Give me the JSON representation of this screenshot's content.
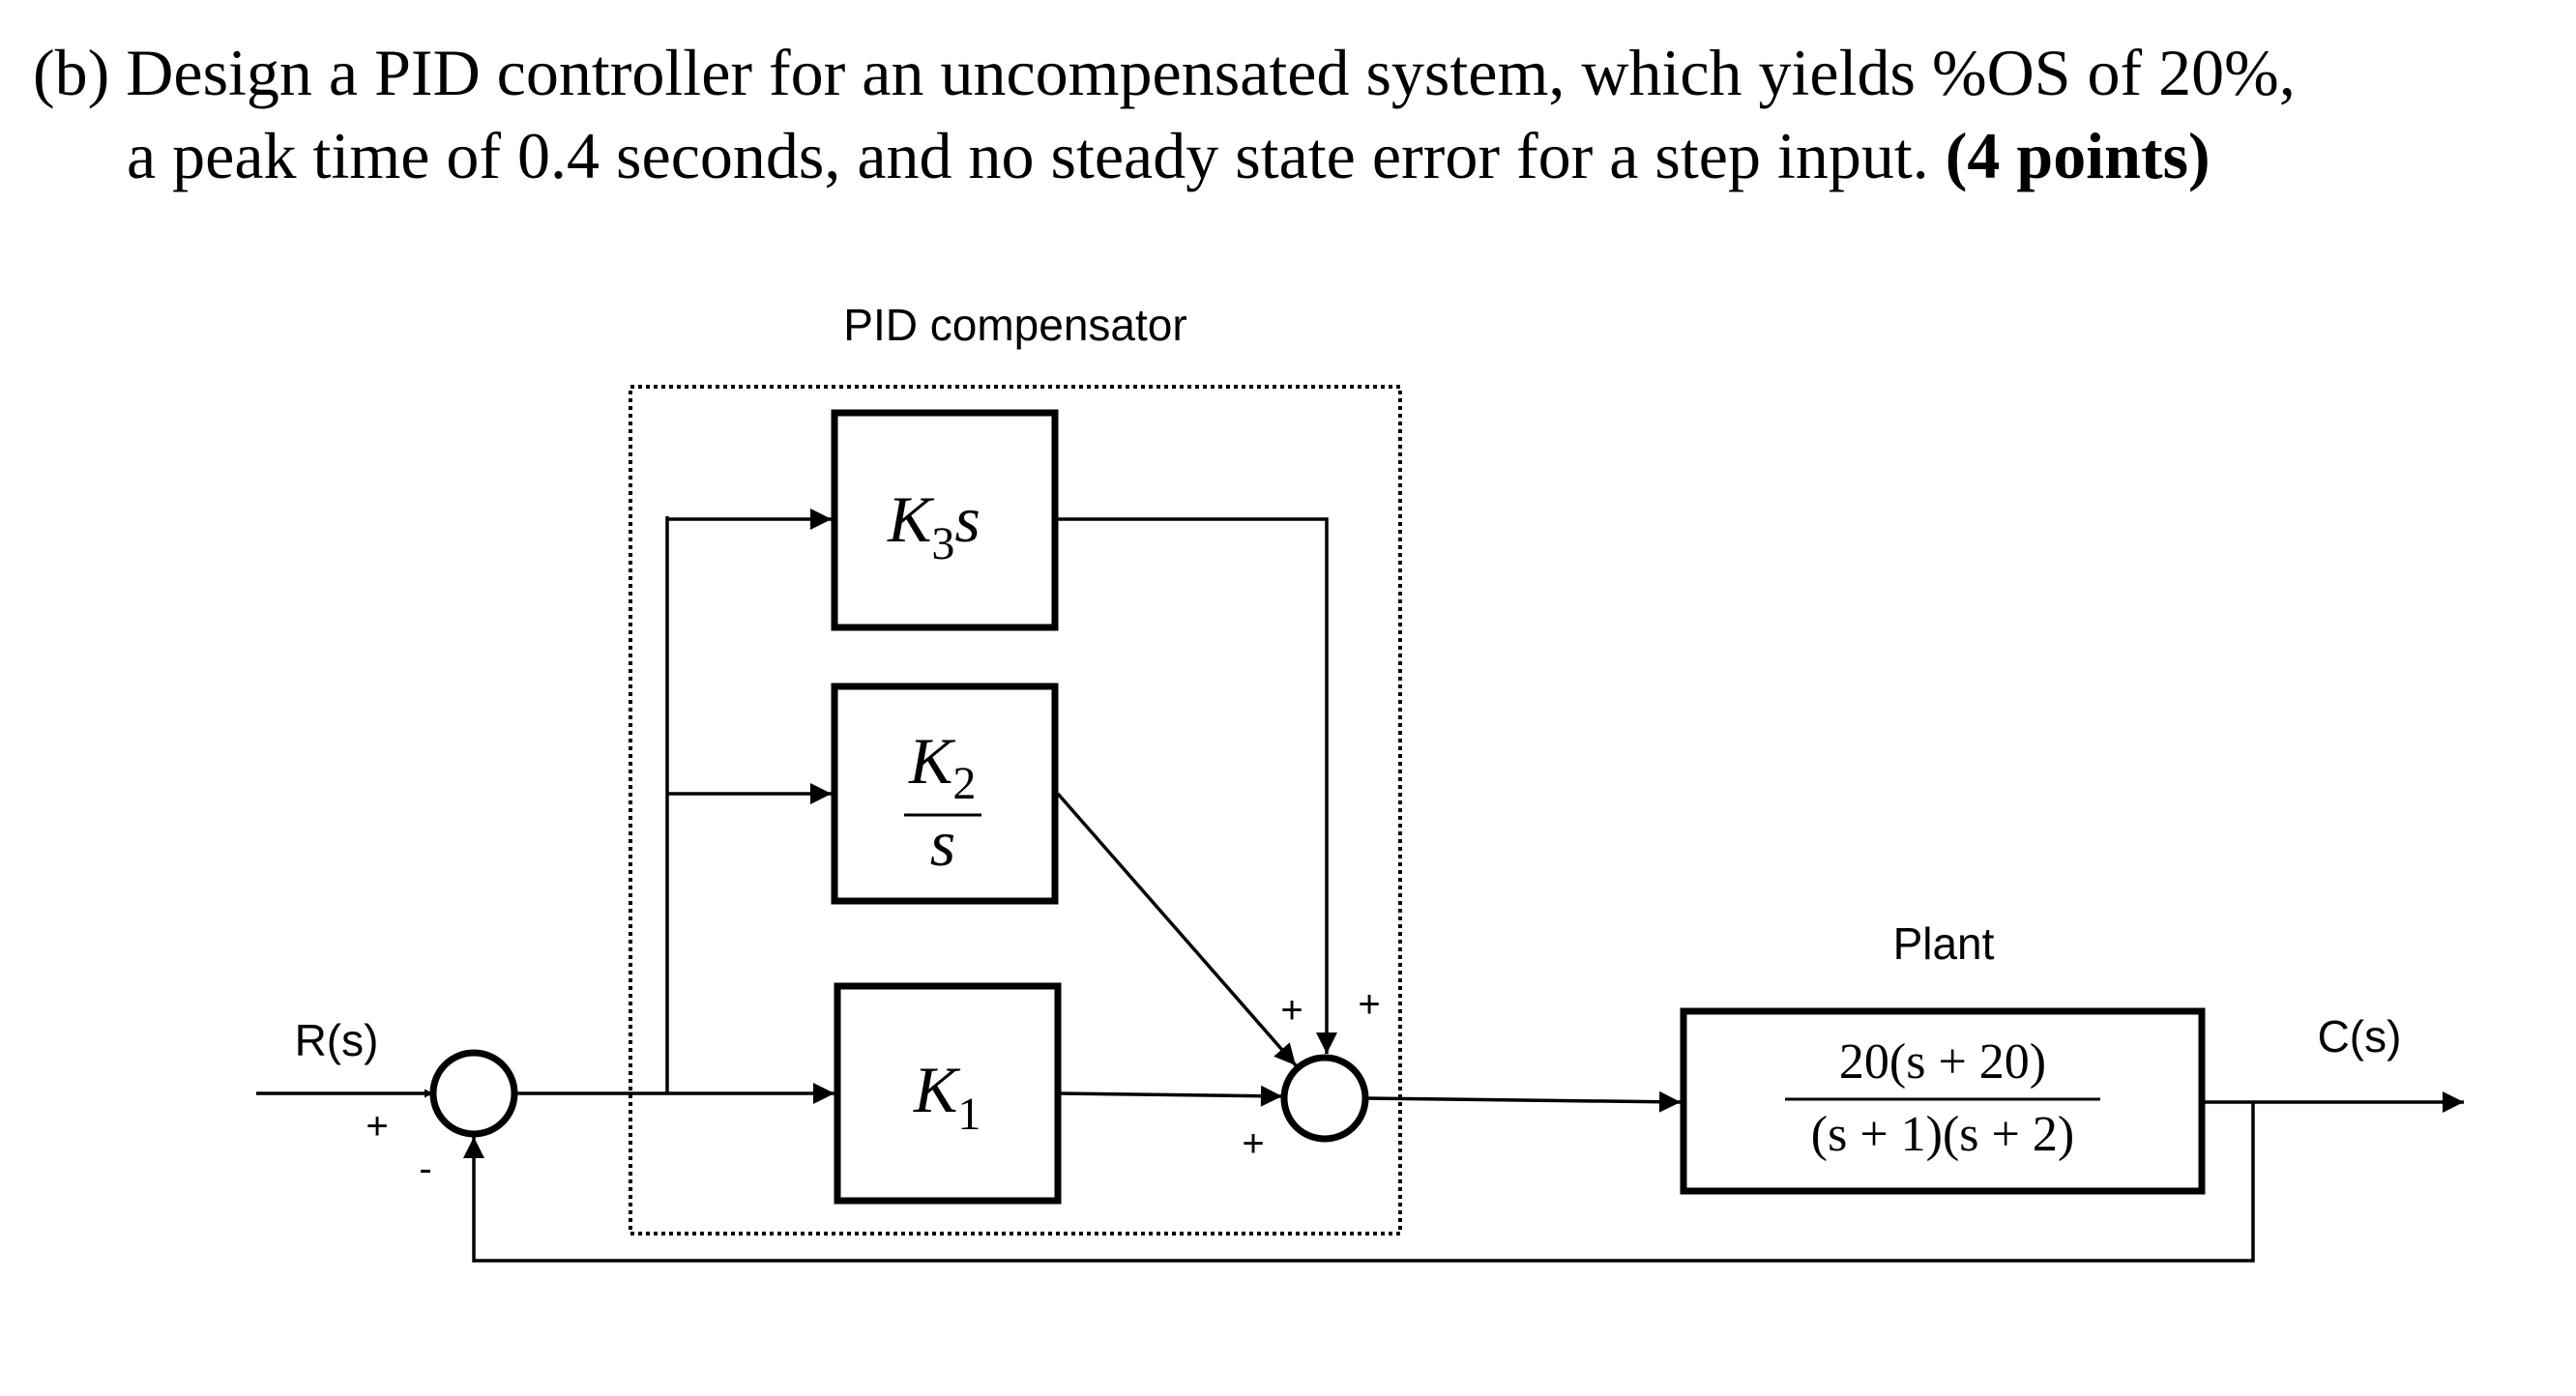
{
  "question": {
    "line1": "(b) Design a PID controller for an uncompensated system, which yields %OS of 20%,",
    "line2": "a peak time of 0.4 seconds, and no steady state error for a step input.",
    "points": "(4 points)"
  },
  "diagram": {
    "compensator_label": "PID compensator",
    "plant_label": "Plant",
    "input_label": "R(s)",
    "output_label": "C(s)",
    "blocks": {
      "derivative": {
        "gain": "K",
        "sub": "3",
        "var": "s"
      },
      "integral": {
        "gain": "K",
        "sub": "2",
        "den": "s"
      },
      "proportional": {
        "gain": "K",
        "sub": "1"
      }
    },
    "plant": {
      "numerator": "20(s + 20)",
      "denominator": "(s + 1)(s + 2)"
    },
    "signs": {
      "input_plus": "+",
      "feedback_minus": "-",
      "sum_top_left": "+",
      "sum_top_right": "+",
      "sum_bottom": "+"
    }
  }
}
